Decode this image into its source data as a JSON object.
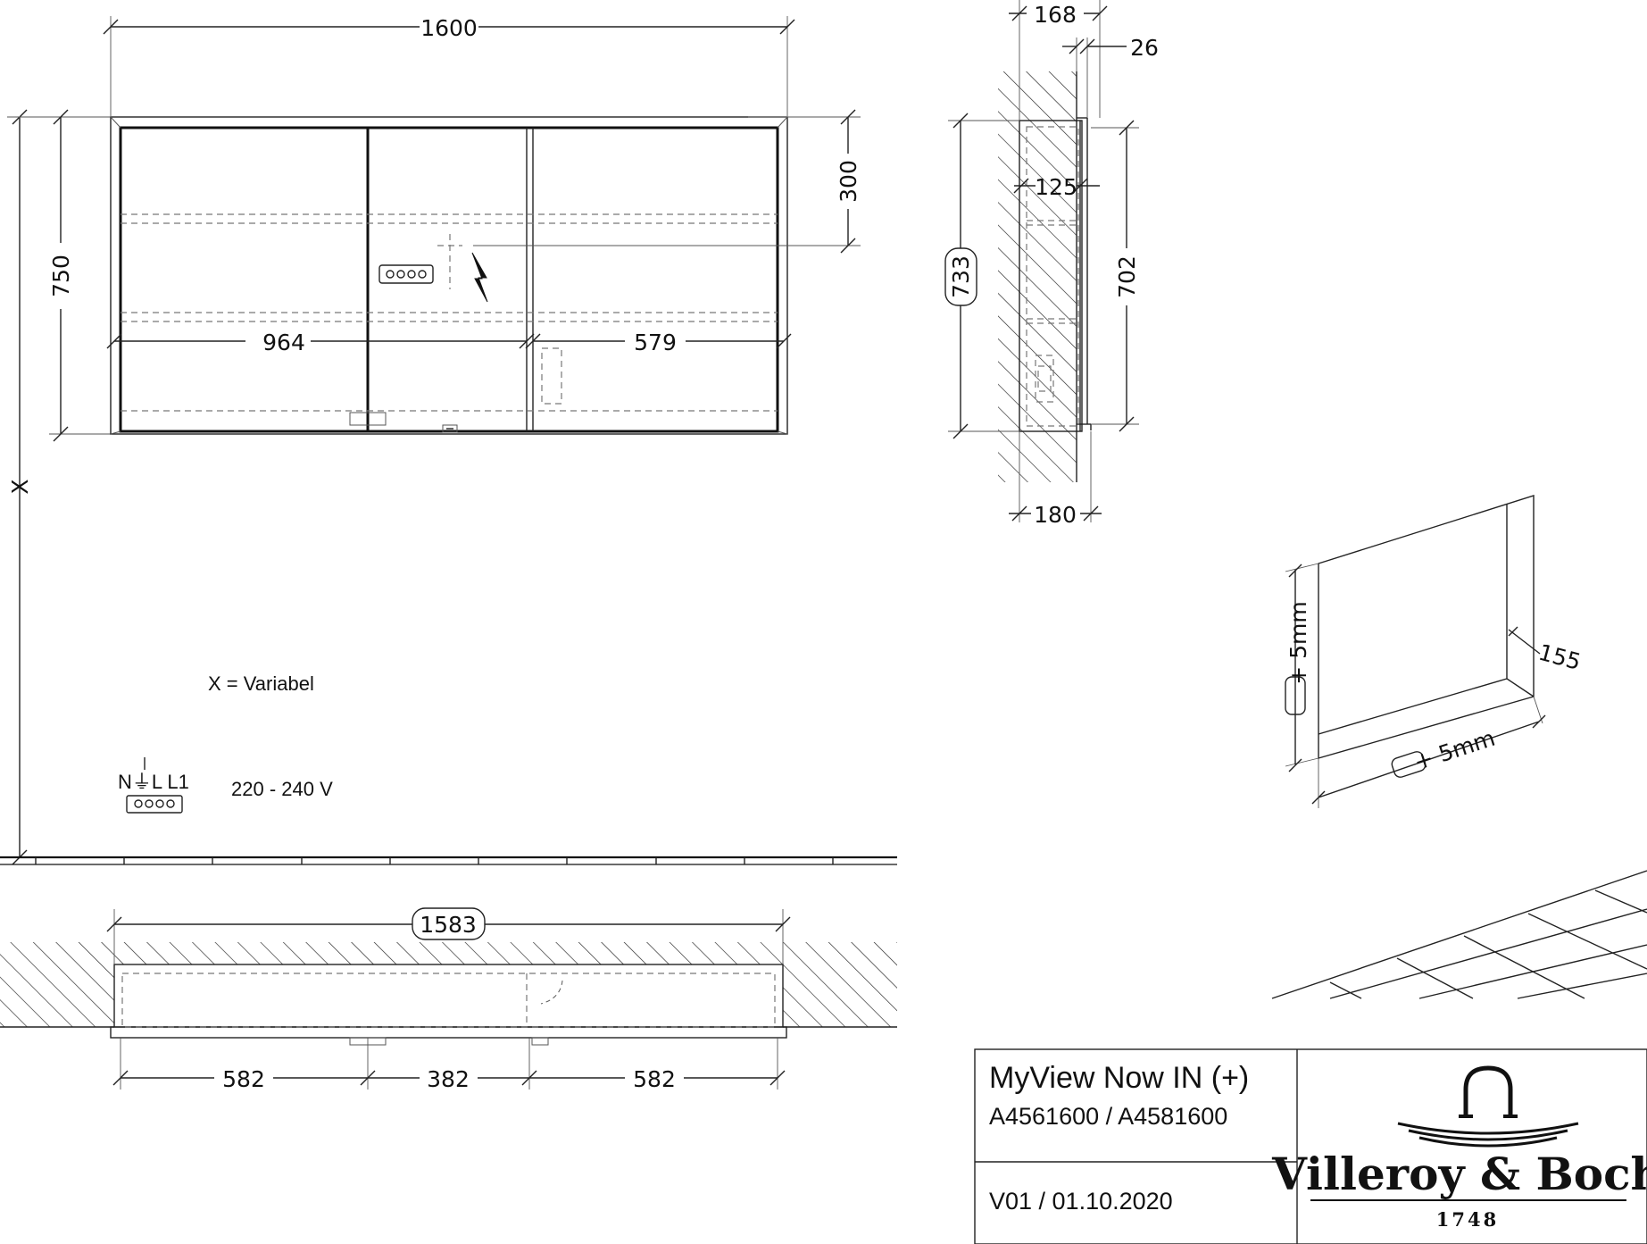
{
  "front_view": {
    "width": "1600",
    "height": "750",
    "shelf_offset": "300",
    "left_span": "964",
    "right_span": "579",
    "install_height": "X"
  },
  "side_view": {
    "top_depth": "168",
    "frame_depth": "26",
    "shelf_depth": "125",
    "outer_height": "733",
    "inner_height": "702",
    "bottom_depth": "180"
  },
  "top_view": {
    "niche_width": "1583",
    "left_door": "582",
    "middle_door": "382",
    "right_door": "582"
  },
  "niche_detail": {
    "depth": "155",
    "height_tol": "+ 5mm",
    "width_tol": "+ 5mm"
  },
  "notes": {
    "variable": "X = Variabel",
    "terminal": "N⏚L L1",
    "voltage": "220 - 240 V"
  },
  "title_block": {
    "product": "MyView Now IN (+)",
    "article": "A4561600 / A4581600",
    "version": "V01 / 01.10.2020",
    "brand": "Villeroy & Boch",
    "year": "1748"
  }
}
